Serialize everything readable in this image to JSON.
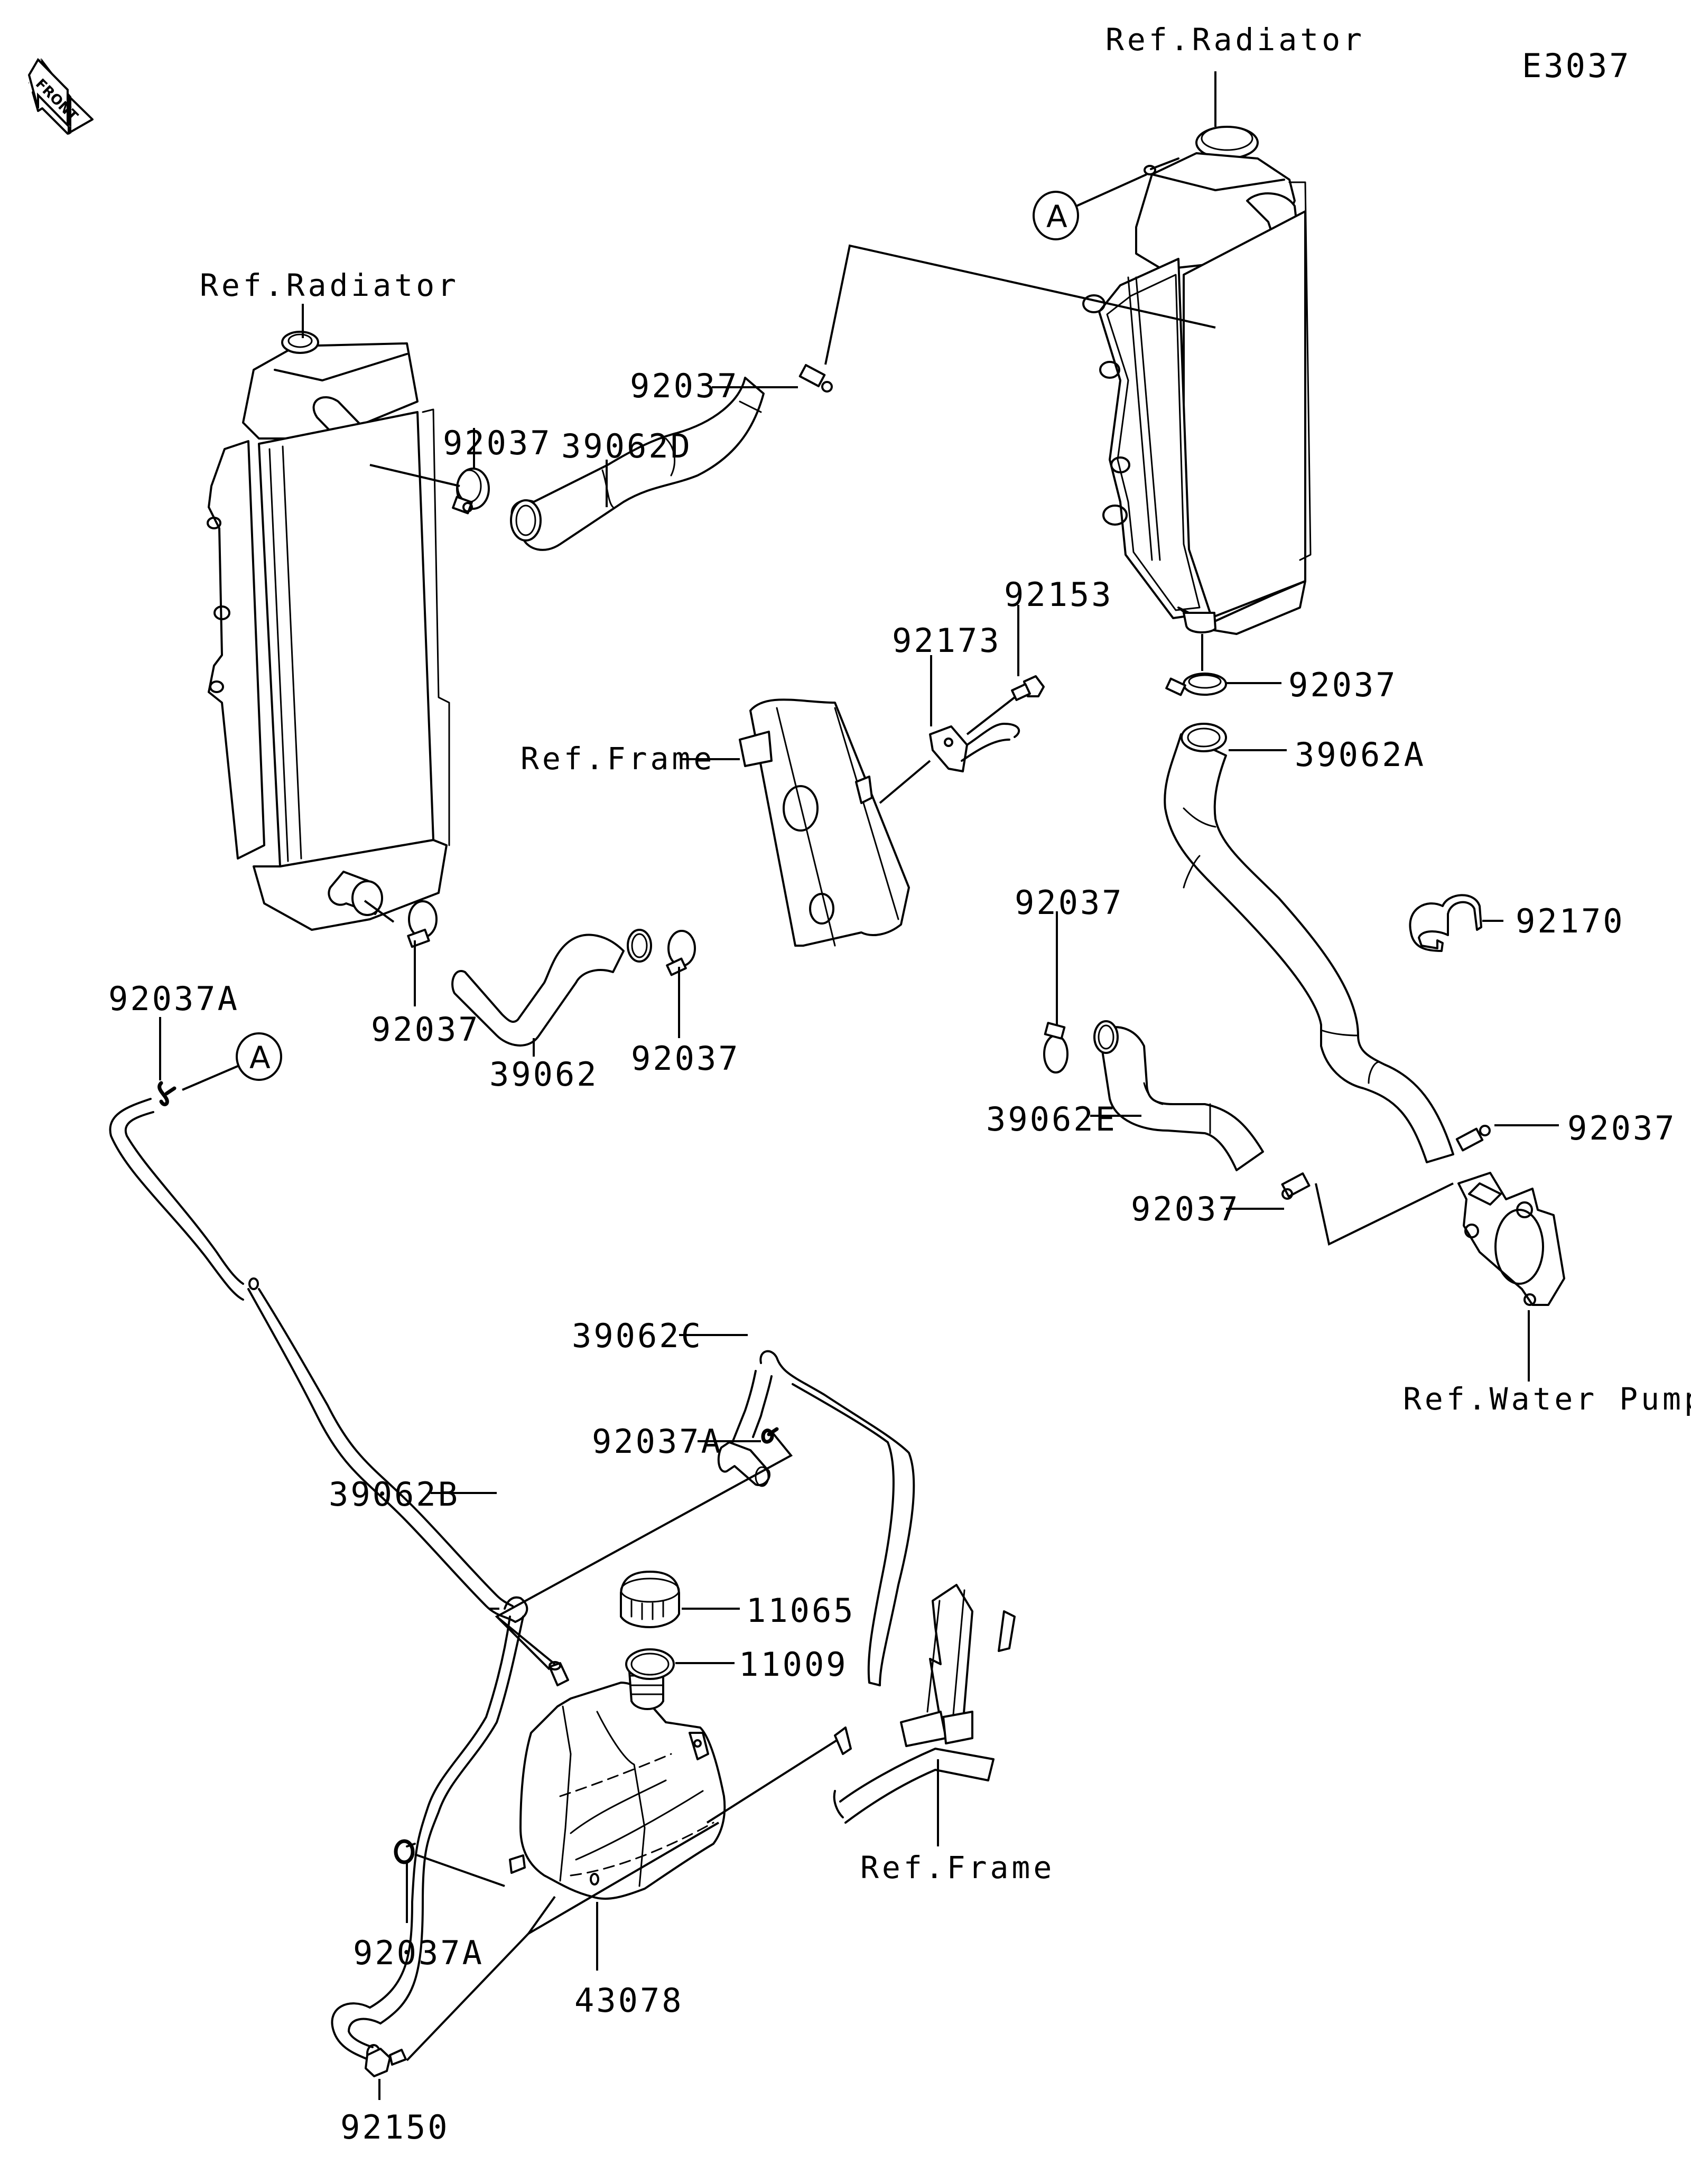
{
  "diagram": {
    "code": "E3037",
    "front_label": "FRONT",
    "ref_labels": {
      "radiator_right": "Ref.Radiator",
      "radiator_left": "Ref.Radiator",
      "frame_mid": "Ref.Frame",
      "frame_bottom": "Ref.Frame",
      "water_pump": "Ref.Water Pump"
    },
    "connector_marks": {
      "a_top": "A",
      "a_left": "A"
    },
    "parts": {
      "p92037_upper": "92037",
      "p92037_left_clamp": "92037",
      "p39062D": "39062D",
      "p92153": "92153",
      "p92173": "92173",
      "p92037_right_top": "92037",
      "p39062A": "39062A",
      "p92037_mid": "92037",
      "p92170": "92170",
      "p92037A_left": "92037A",
      "p92037_below_left": "92037",
      "p39062": "39062",
      "p92037_below_right": "92037",
      "p39062E": "39062E",
      "p92037_right": "92037",
      "p92037_pump": "92037",
      "p39062C": "39062C",
      "p92037A_mid": "92037A",
      "p39062B": "39062B",
      "p11065": "11065",
      "p11009": "11009",
      "p92037A_bottom": "92037A",
      "p43078": "43078",
      "p92150": "92150"
    }
  }
}
